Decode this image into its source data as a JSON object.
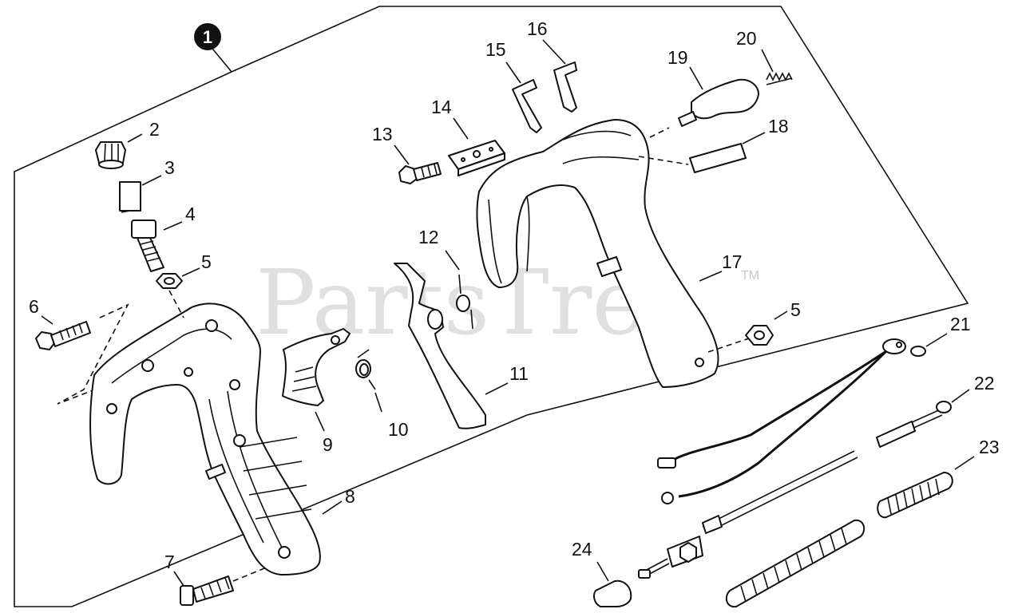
{
  "diagram": {
    "assembly_badge": "1",
    "watermark": "PartsTree",
    "watermark_mark": "TM",
    "callouts": {
      "c2": "2",
      "c3": "3",
      "c4": "4",
      "c5a": "5",
      "c5b": "5",
      "c6": "6",
      "c7": "7",
      "c8": "8",
      "c9": "9",
      "c10": "10",
      "c11": "11",
      "c12": "12",
      "c13": "13",
      "c14": "14",
      "c15": "15",
      "c16": "16",
      "c17": "17",
      "c18": "18",
      "c19": "19",
      "c20": "20",
      "c21": "21",
      "c22": "22",
      "c23": "23",
      "c24": "24"
    }
  }
}
